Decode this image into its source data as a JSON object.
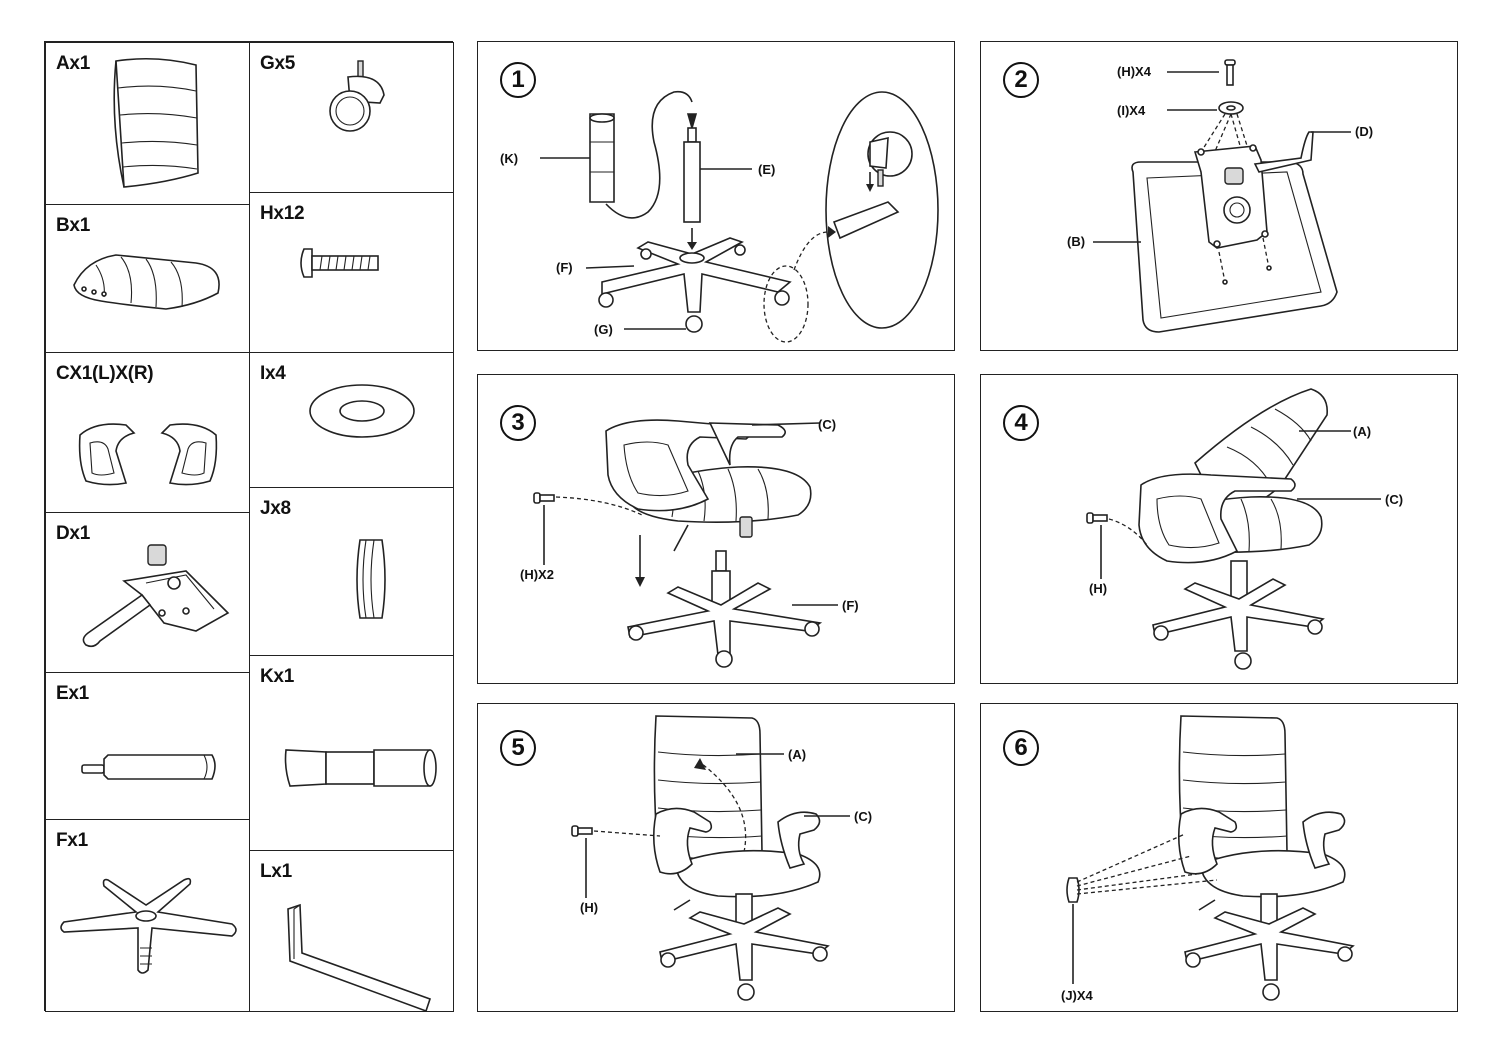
{
  "parts": [
    {
      "id": "A",
      "label": "Ax1"
    },
    {
      "id": "B",
      "label": "Bx1"
    },
    {
      "id": "C",
      "label": "CX1(L)X(R)"
    },
    {
      "id": "D",
      "label": "Dx1"
    },
    {
      "id": "E",
      "label": "Ex1"
    },
    {
      "id": "F",
      "label": "Fx1"
    },
    {
      "id": "G",
      "label": "Gx5"
    },
    {
      "id": "H",
      "label": "Hx12"
    },
    {
      "id": "I",
      "label": "Ix4"
    },
    {
      "id": "J",
      "label": "Jx8"
    },
    {
      "id": "K",
      "label": "Kx1"
    },
    {
      "id": "L",
      "label": "Lx1"
    }
  ],
  "steps": [
    {
      "number": "1",
      "callouts": [
        "(K)",
        "(E)",
        "(F)",
        "(G)"
      ]
    },
    {
      "number": "2",
      "callouts": [
        "(H)X4",
        "(I)X4",
        "(D)",
        "(B)"
      ]
    },
    {
      "number": "3",
      "callouts": [
        "(C)",
        "(H)X2",
        "(F)"
      ]
    },
    {
      "number": "4",
      "callouts": [
        "(A)",
        "(C)",
        "(H)"
      ]
    },
    {
      "number": "5",
      "callouts": [
        "(A)",
        "(C)",
        "(H)"
      ]
    },
    {
      "number": "6",
      "callouts": [
        "(J)X4"
      ]
    }
  ],
  "colors": {
    "line": "#222222",
    "background": "#ffffff",
    "fill": "#d9d9d9"
  }
}
